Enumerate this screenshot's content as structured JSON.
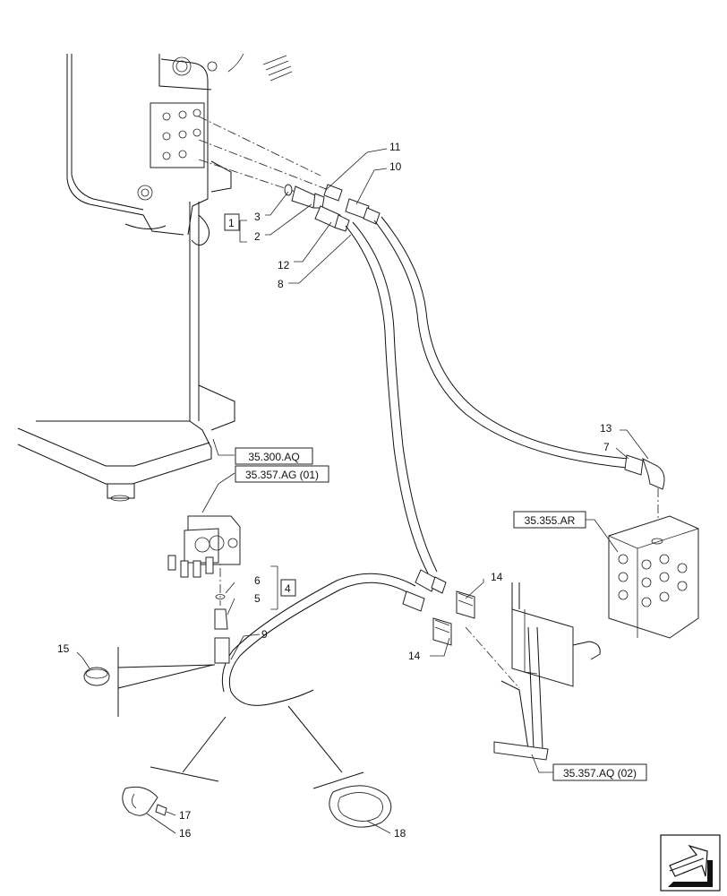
{
  "callouts": {
    "c1": "1",
    "c2": "2",
    "c3": "3",
    "c4": "4",
    "c5": "5",
    "c6": "6",
    "c7": "7",
    "c8": "8",
    "c9": "9",
    "c10": "10",
    "c11": "11",
    "c12": "12",
    "c13": "13",
    "c14a": "14",
    "c14b": "14",
    "c15": "15",
    "c16": "16",
    "c17": "17",
    "c18": "18"
  },
  "references": {
    "r1": "35.300.AQ",
    "r2": "35.357.AG (01)",
    "r3": "35.355.AR",
    "r4": "35.357.AQ (02)"
  },
  "nav": {
    "icon": "next-page-arrow-icon"
  }
}
